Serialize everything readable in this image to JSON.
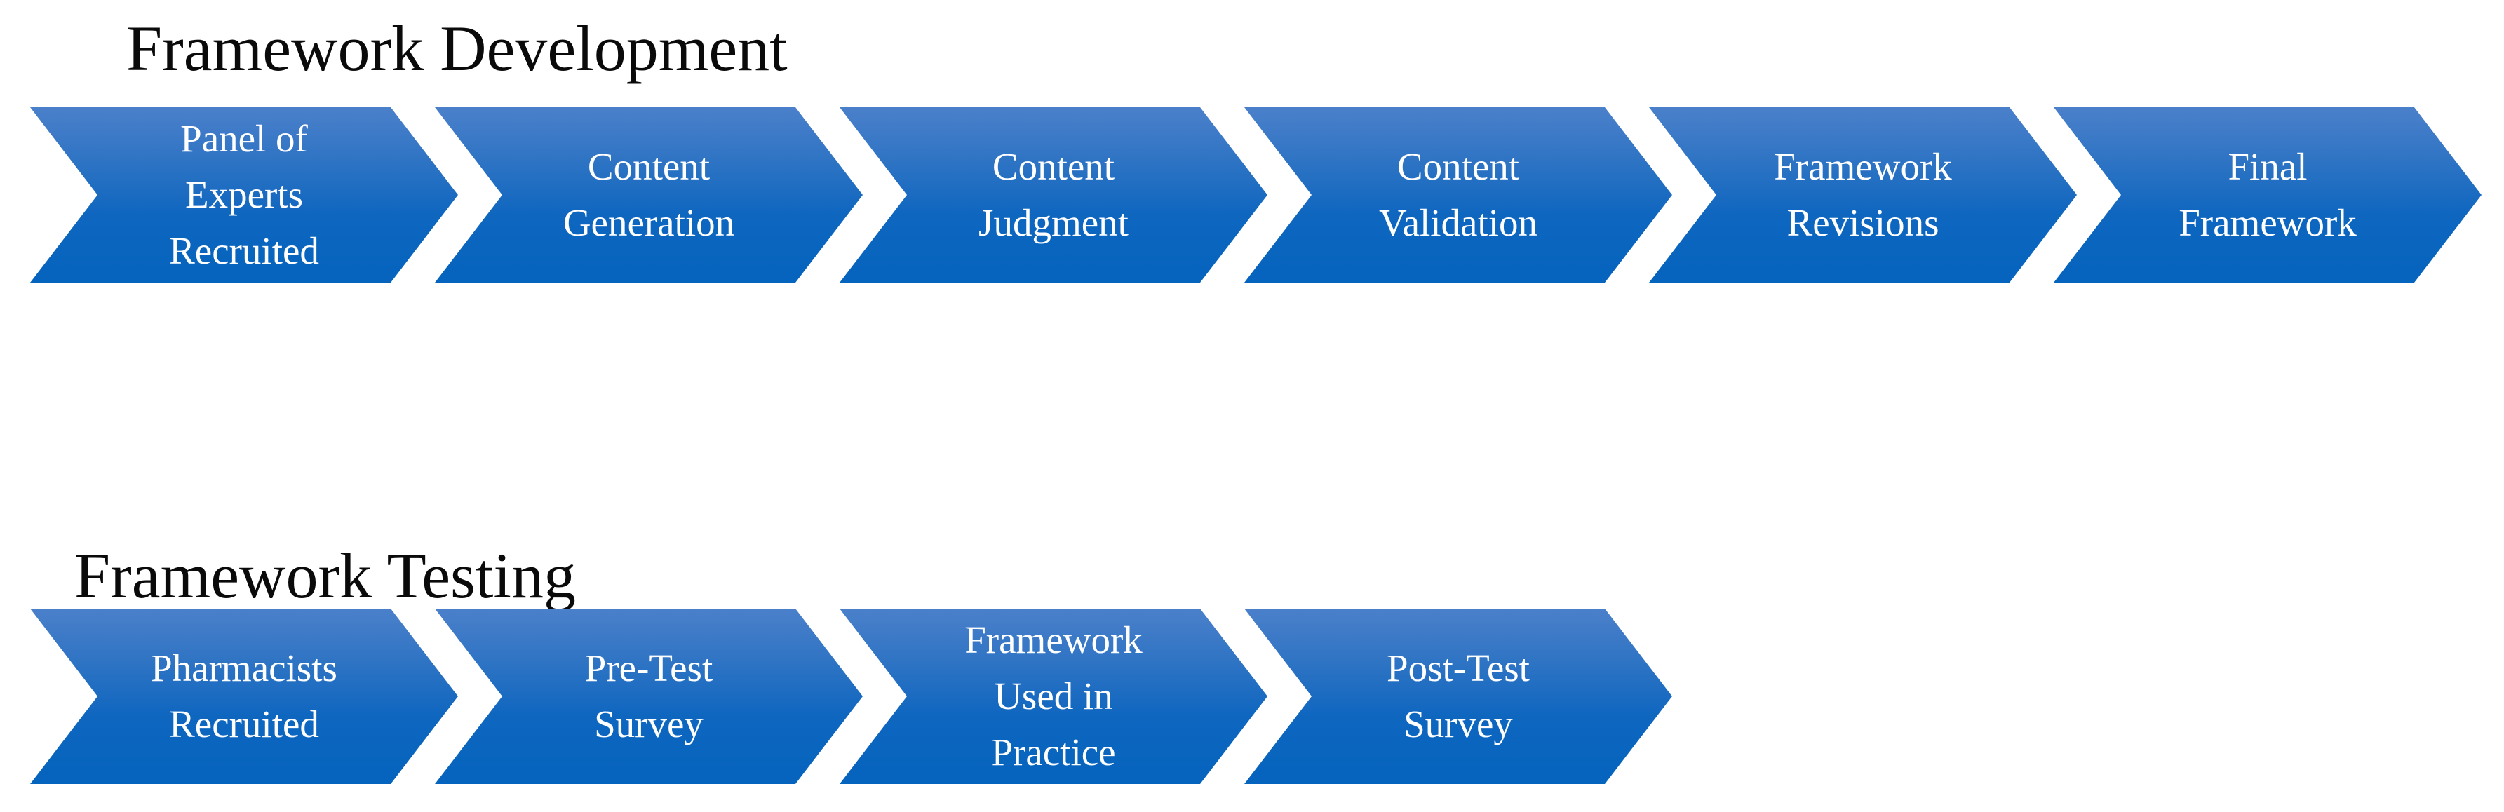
{
  "colors": {
    "chevron_gradient_top": "#4B80CA",
    "chevron_gradient_mid1": "#2F74C4",
    "chevron_gradient_mid2": "#0E66BF",
    "chevron_gradient_bottom": "#0564BE",
    "chevron_text": "#ffffff",
    "title_text": "#0a0a0a",
    "background": "#ffffff"
  },
  "sections": [
    {
      "title": "Framework Development",
      "steps": [
        {
          "label": "Panel of Experts Recruited",
          "lines": [
            "Panel of",
            "Experts",
            "Recruited"
          ]
        },
        {
          "label": "Content Generation",
          "lines": [
            "Content",
            "Generation"
          ]
        },
        {
          "label": "Content Judgment",
          "lines": [
            "Content",
            "Judgment"
          ]
        },
        {
          "label": "Content Validation",
          "lines": [
            "Content",
            "Validation"
          ]
        },
        {
          "label": "Framework Revisions",
          "lines": [
            "Framework",
            "Revisions"
          ]
        },
        {
          "label": "Final Framework",
          "lines": [
            "Final",
            "Framework"
          ]
        }
      ]
    },
    {
      "title": "Framework Testing",
      "steps": [
        {
          "label": "Pharmacists Recruited",
          "lines": [
            "Pharmacists",
            "Recruited"
          ]
        },
        {
          "label": "Pre-Test Survey",
          "lines": [
            "Pre-Test",
            "Survey"
          ]
        },
        {
          "label": "Framework Used in Practice",
          "lines": [
            "Framework",
            "Used in",
            "Practice"
          ]
        },
        {
          "label": "Post-Test Survey",
          "lines": [
            "Post-Test",
            "Survey"
          ]
        }
      ]
    }
  ]
}
